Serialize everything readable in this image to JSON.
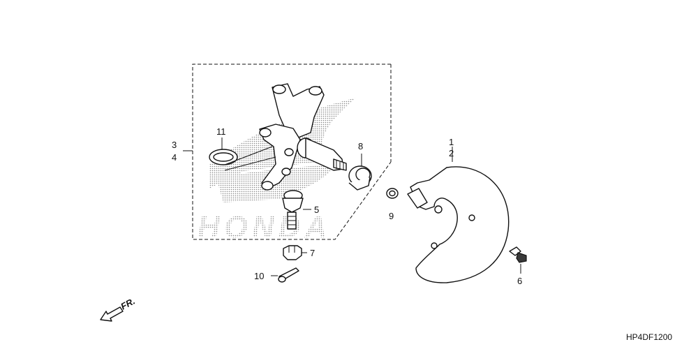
{
  "callouts": {
    "c1": "1",
    "c2": "2",
    "c3": "3",
    "c4": "4",
    "c5": "5",
    "c6": "6",
    "c7": "7",
    "c8": "8",
    "c9": "9",
    "c10": "10",
    "c11": "11"
  },
  "direction_label": "FR.",
  "diagram_code": "HP4DF1200",
  "watermark_text": "HONDA",
  "colors": {
    "line": "#111111",
    "watermark": "#9a9a9a"
  }
}
